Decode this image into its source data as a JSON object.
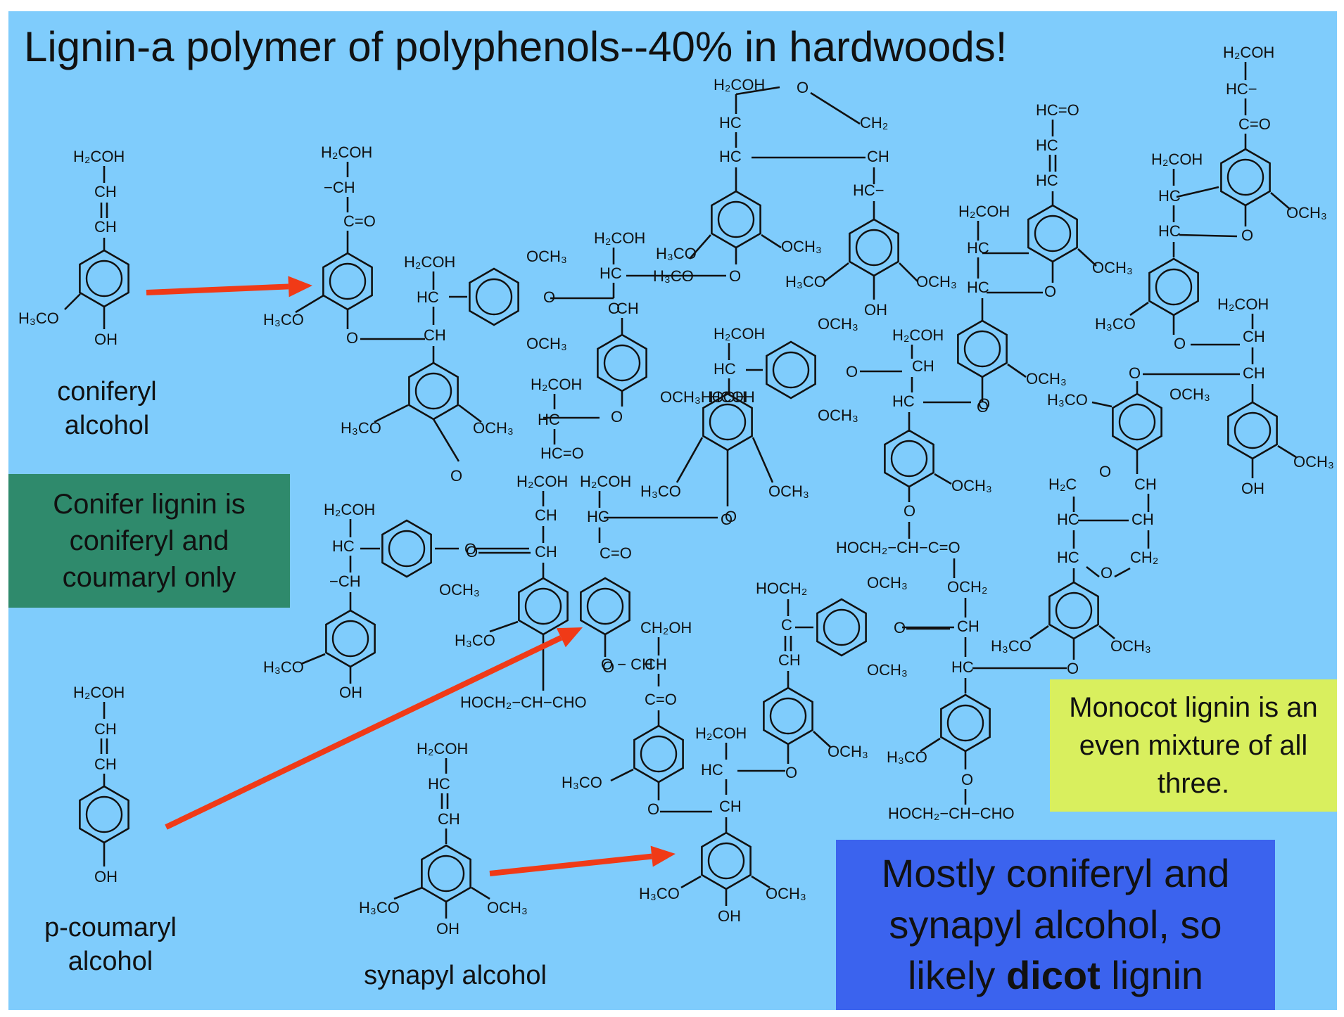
{
  "title": "Lignin-a polymer of polyphenols--40% in hardwoods!",
  "captions": {
    "coniferyl": "coniferyl\nalcohol",
    "coumaryl": "p-coumaryl\nalcohol",
    "synapyl": "synapyl alcohol"
  },
  "notes": {
    "conifer": "Conifer lignin is coniferyl and coumaryl only",
    "monocot": "Monocot lignin is an even mixture of all three.",
    "dicot_lead": "Mostly coniferyl and synapyl alcohol, so likely ",
    "dicot_bold": "dicot",
    "dicot_tail": " lignin"
  },
  "labels": {
    "h2coh": "H₂COH",
    "ch": "CH",
    "dash_ch": "−CH",
    "hc": "HC",
    "hc_dash": "HC−",
    "c_o": "C=O",
    "hc_o": "HC=O",
    "h3co": "H₃CO",
    "och3": "OCH₃",
    "oh": "OH",
    "o": "O",
    "ch2": "CH₂",
    "h2c": "H₂C",
    "och2": "OCH₂",
    "hoch2": "HOCH₂",
    "ch2oh": "CH₂OH",
    "hcoh": "HCOH",
    "c": "C",
    "och3_hcoh": "OCH₃HCOH",
    "och3_hc": "OCH₃ HC",
    "hoch2_ch_cho": "HOCH₂−CH−CHO",
    "hoch2_ch_co": "HOCH₂−CH−C=O",
    "o_ch": "O − CH"
  },
  "colors": {
    "background": "#7fccfc",
    "arrow": "#f03a17",
    "conifer_box": "#2f8a6c",
    "monocot_box": "#d9ef5e",
    "dicot_box": "#3b63ee"
  }
}
